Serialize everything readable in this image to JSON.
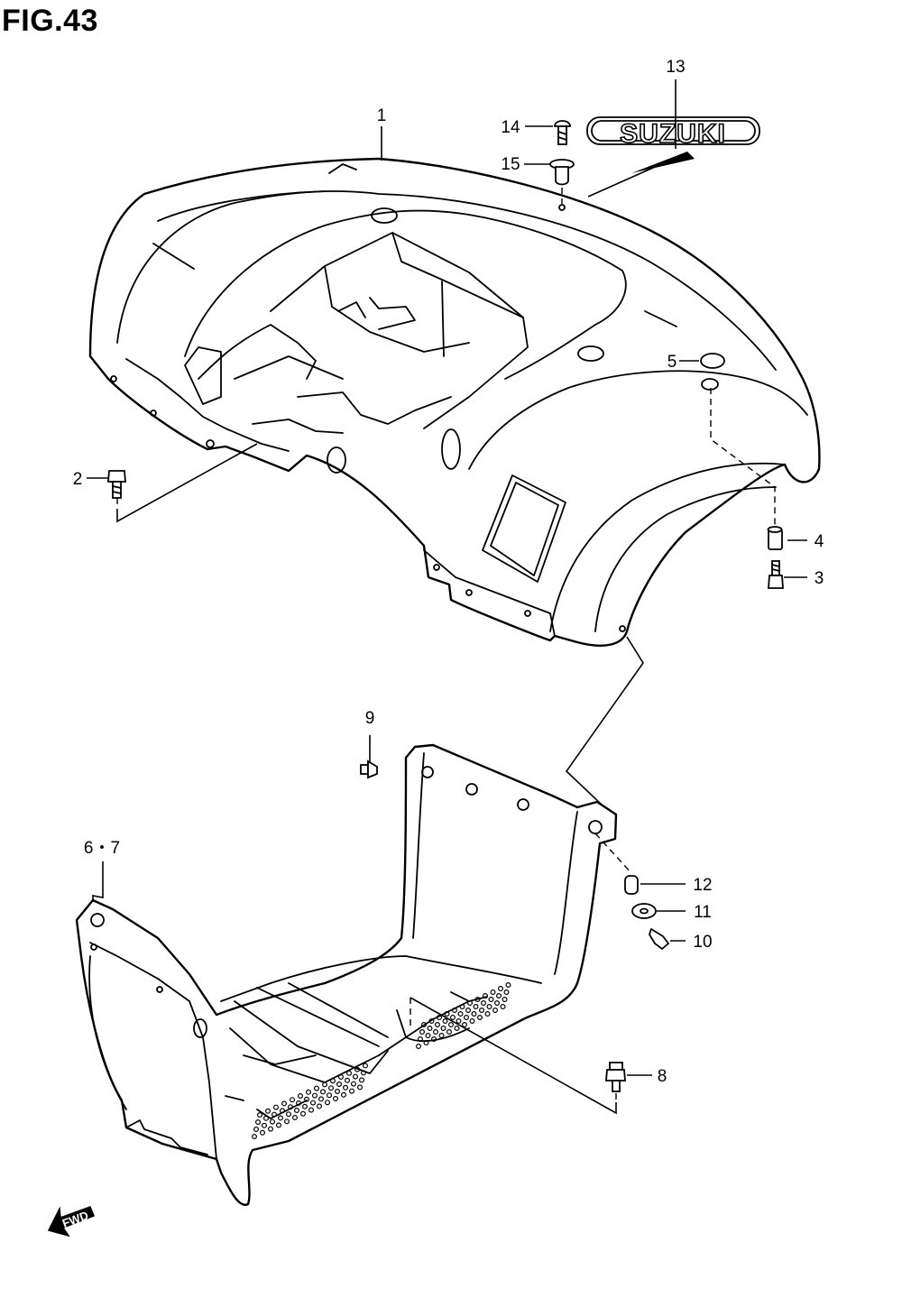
{
  "figure": {
    "title": "FIG.43"
  },
  "emblem": {
    "text": "SUZUKI"
  },
  "fwd_marker": {
    "text": "FWD"
  },
  "callouts": [
    {
      "id": "c1",
      "label": "1"
    },
    {
      "id": "c2",
      "label": "2"
    },
    {
      "id": "c3",
      "label": "3"
    },
    {
      "id": "c4",
      "label": "4"
    },
    {
      "id": "c5",
      "label": "5"
    },
    {
      "id": "c67",
      "label": "6・7"
    },
    {
      "id": "c8",
      "label": "8"
    },
    {
      "id": "c9",
      "label": "9"
    },
    {
      "id": "c10",
      "label": "10"
    },
    {
      "id": "c11",
      "label": "11"
    },
    {
      "id": "c12",
      "label": "12"
    },
    {
      "id": "c13",
      "label": "13"
    },
    {
      "id": "c14",
      "label": "14"
    },
    {
      "id": "c15",
      "label": "15"
    }
  ]
}
